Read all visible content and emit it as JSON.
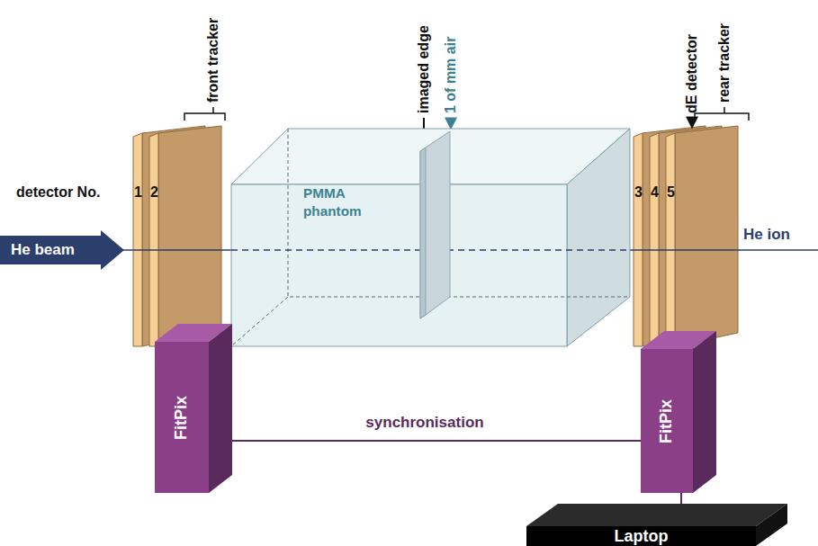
{
  "diagram": {
    "nodes": [
      {
        "text": [
          "He beam"
        ]
      },
      {
        "text": [
          "PMMA phantom"
        ]
      },
      {
        "text": [
          "FitPix"
        ]
      },
      {
        "text": [
          "FitPix"
        ]
      },
      {
        "text": [
          "Laptop"
        ]
      }
    ],
    "edges": [
      {
        "from": 2,
        "to": 3,
        "arrow": "none",
        "label": "synchronisation"
      },
      {
        "from": 3,
        "to": 4,
        "arrow": "none"
      }
    ],
    "labels": [
      "front tracker",
      "detector No.",
      "1",
      "2",
      "imaged edge",
      "1 of mm air",
      "dE detector",
      "rear tracker",
      "3",
      "4",
      "5",
      "He ion"
    ]
  }
}
